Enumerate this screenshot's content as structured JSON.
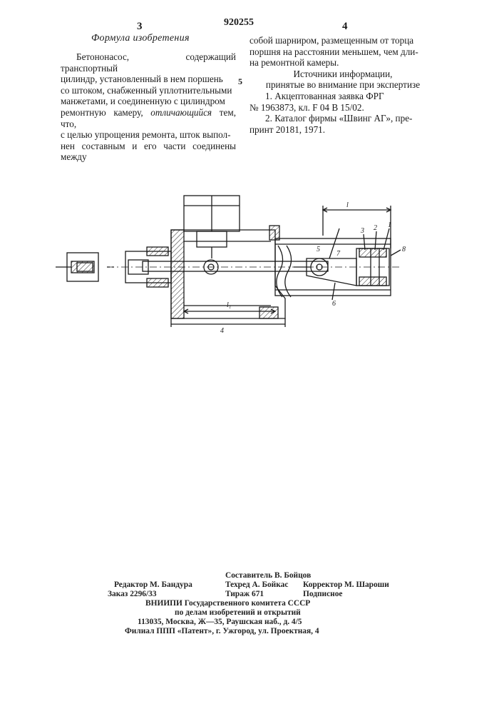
{
  "header": {
    "patent_number": "920255",
    "page_left": "3",
    "page_right": "4"
  },
  "left_column": {
    "heading": "Формула изобретения",
    "claim_lines": [
      "Бетононасос, содержащий транспортный",
      "цилиндр, установленный в нем поршень",
      "со штоком, снабженный уплотнительными",
      "манжетами, и соединенную с цилиндром",
      "ремонтную камеру,",
      "с целью упрощения ремонта, шток выпол-",
      "нен составным и его части соединены между"
    ],
    "claim_italic": "отличающийся",
    "claim_after_italic": "тем, что,"
  },
  "line_number": "5",
  "right_column": {
    "continuation_lines": [
      "собой шарниром, размещенным от торца",
      "поршня на расстоянии меньшем, чем дли-",
      "на ремонтной камеры."
    ],
    "sources_heading": "Источники информации,",
    "sources_subheading": "принятые во внимание при экспертизе",
    "sources": [
      "1. Акцептованная заявка ФРГ",
      "№ 1963873, кл. F 04 B 15/02.",
      "2. Каталог фирмы «Швинг АГ», пре-",
      "принт 20181, 1971."
    ]
  },
  "drawing": {
    "labels": {
      "dim_l": "l",
      "dim_l1": "l₁",
      "n1": "1",
      "n2": "2",
      "n3": "3",
      "n4": "4",
      "n5": "5",
      "n6": "6",
      "n7": "7",
      "n8": "8"
    }
  },
  "imprint": {
    "compiler": "Составитель В. Бойцов",
    "editor": "Редактор М. Бандура",
    "techred": "Техред А. Бойкас",
    "corrector": "Корректор М. Шароши",
    "order": "Заказ 2296/33",
    "circulation": "Тираж 671",
    "subscription": "Подписное",
    "org1": "ВНИИПИ Государственного комитета СССР",
    "org2": "по делам изобретений и открытий",
    "address": "113035, Москва, Ж—35, Раушская наб., д. 4/5",
    "branch": "Филиал ППП «Патент», г. Ужгород, ул. Проектная, 4"
  }
}
